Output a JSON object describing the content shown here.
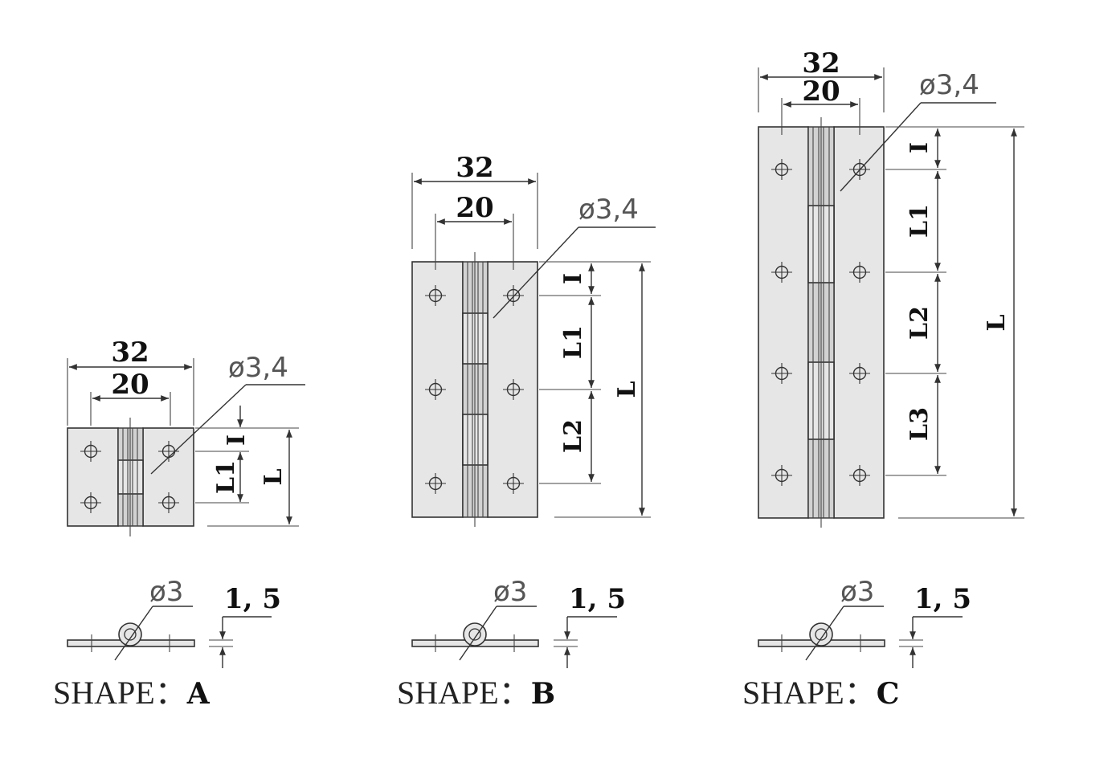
{
  "shapes": [
    {
      "id": "A",
      "front": {
        "width_outer": "32",
        "width_inner": "20",
        "hole_dia": "ø3,4",
        "dim_i": "I",
        "dim_l1": "L1",
        "dim_l": "L"
      },
      "side": {
        "pin_dia": "ø3",
        "thickness": "1, 5"
      },
      "caption": {
        "prefix": "SHAPE：",
        "letter": "A"
      }
    },
    {
      "id": "B",
      "front": {
        "width_outer": "32",
        "width_inner": "20",
        "hole_dia": "ø3,4",
        "dim_i": "I",
        "dim_l1": "L1",
        "dim_l2": "L2",
        "dim_l": "L"
      },
      "side": {
        "pin_dia": "ø3",
        "thickness": "1, 5"
      },
      "caption": {
        "prefix": "SHAPE：",
        "letter": "B"
      }
    },
    {
      "id": "C",
      "front": {
        "width_outer": "32",
        "width_inner": "20",
        "hole_dia": "ø3,4",
        "dim_i": "I",
        "dim_l1": "L1",
        "dim_l2": "L2",
        "dim_l3": "L3",
        "dim_l": "L"
      },
      "side": {
        "pin_dia": "ø3",
        "thickness": "1, 5"
      },
      "caption": {
        "prefix": "SHAPE：",
        "letter": "C"
      }
    }
  ]
}
